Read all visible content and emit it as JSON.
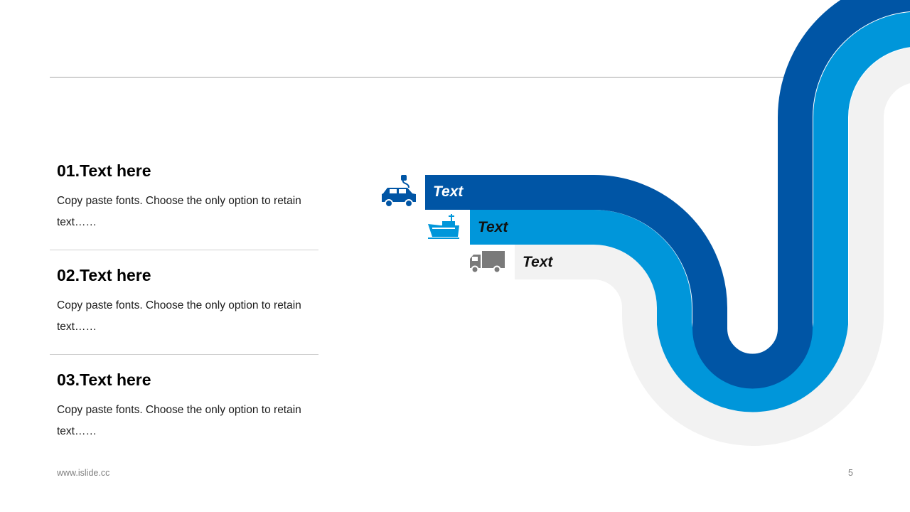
{
  "colors": {
    "dark_blue": "#0055a5",
    "light_blue": "#0096da",
    "light_gray": "#f2f2f2",
    "icon_gray": "#7a7a7a"
  },
  "items": [
    {
      "title": "01.Text here",
      "body": "Copy paste fonts. Choose the only option to retain text……"
    },
    {
      "title": "02.Text here",
      "body": "Copy paste fonts. Choose the only option to retain text……"
    },
    {
      "title": "03.Text here",
      "body": "Copy paste fonts. Choose the only option to retain text……"
    }
  ],
  "bands": [
    {
      "label": "Text",
      "icon": "electric-car-icon",
      "color": "#0055a5"
    },
    {
      "label": "Text",
      "icon": "ship-icon",
      "color": "#0096da"
    },
    {
      "label": "Text",
      "icon": "truck-icon",
      "color": "#f2f2f2"
    }
  ],
  "footer": {
    "url": "www.islide.cc",
    "page": "5"
  }
}
